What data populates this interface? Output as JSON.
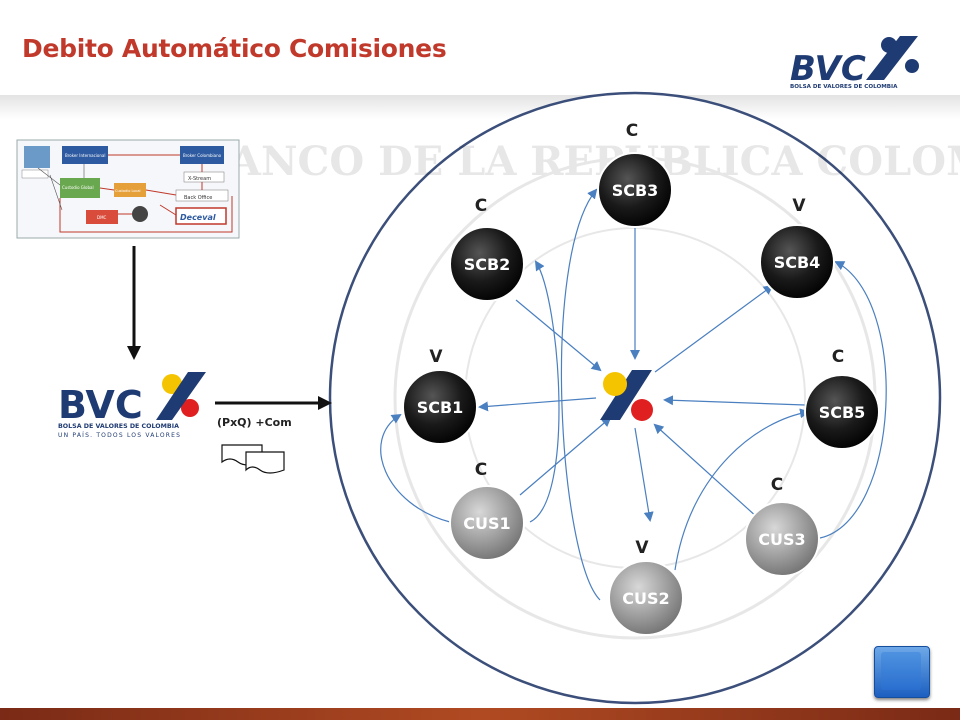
{
  "slide": {
    "title": "Debito Automático Comisiones",
    "logo_text": "BVC",
    "logo_subtext": "BOLSA DE VALORES DE COLOMBIA",
    "watermark_text": "BANCO DE LA REPUBLICA COLOMBIA"
  },
  "left": {
    "bvc_logo_text": "BVC",
    "bvc_logo_subtext": "BOLSA DE VALORES DE COLOMBIA",
    "bvc_logo_tagline": "UN PAÍS. TODOS LOS VALORES",
    "flow_label": "(PxQ) +Com",
    "thumbnail_labels": [
      "Broker Internacional",
      "Broker Colombiano",
      "X-Stream",
      "Back Office",
      "Custodio Global",
      "Custodio Local",
      "DMC",
      "Deceval"
    ]
  },
  "nodes": [
    {
      "id": "scb3",
      "label": "SCB3",
      "tag": "C"
    },
    {
      "id": "scb2",
      "label": "SCB2",
      "tag": "C"
    },
    {
      "id": "scb4",
      "label": "SCB4",
      "tag": "V"
    },
    {
      "id": "scb1",
      "label": "SCB1",
      "tag": "V"
    },
    {
      "id": "scb5",
      "label": "SCB5",
      "tag": "C"
    },
    {
      "id": "cus1",
      "label": "CUS1",
      "tag": "C"
    },
    {
      "id": "cus3",
      "label": "CUS3",
      "tag": "C"
    },
    {
      "id": "cus2",
      "label": "CUS2",
      "tag": "V"
    }
  ],
  "colors": {
    "title": "#c0392b",
    "scb_node": "#1a1a1a",
    "cus_node": "#9a9a9a",
    "arrow": "#4a7fc0",
    "circle_border": "#3b4f7a",
    "logo_blue": "#1f3b73",
    "logo_red": "#e02020",
    "logo_yellow": "#f5c400"
  }
}
